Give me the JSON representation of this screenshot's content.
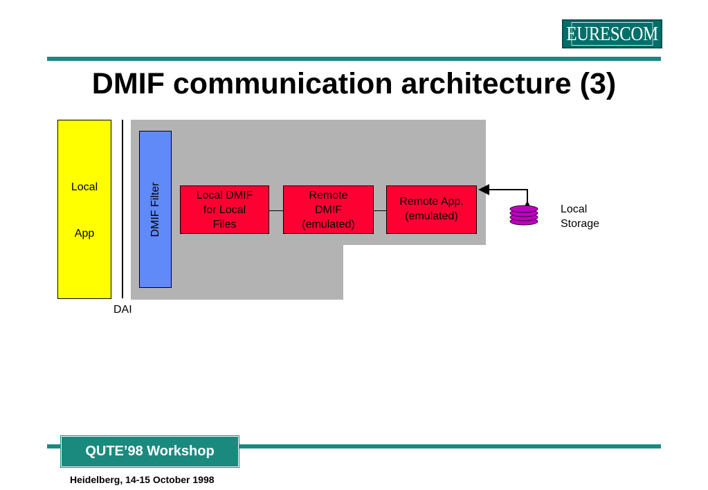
{
  "header": {
    "logo_text": "EURESCOM",
    "title": "DMIF communication architecture (3)"
  },
  "diagram": {
    "local_app": {
      "line1": "Local",
      "line2": "App"
    },
    "dai_label": "DAI",
    "dmif_filter_label": "DMIF Filter",
    "boxes": {
      "local_dmif": [
        "Local DMIF",
        "for Local",
        "Files"
      ],
      "remote_dmif": [
        "Remote",
        "DMIF",
        "(emulated)"
      ],
      "remote_app": [
        "Remote App.",
        "(emulated)"
      ]
    },
    "storage_label": [
      "Local",
      "Storage"
    ]
  },
  "footer": {
    "workshop": "QUTE’98 Workshop",
    "location_date": "Heidelberg, 14-15 October 1998"
  },
  "colors": {
    "teal": "#1a8a7f",
    "logo_bg": "#006f6a",
    "app_yellow": "#ffff00",
    "filter_blue": "#5f8af7",
    "component_red": "#ff0033",
    "area_gray": "#b3b3b3",
    "storage_purple": "#c000c0"
  }
}
